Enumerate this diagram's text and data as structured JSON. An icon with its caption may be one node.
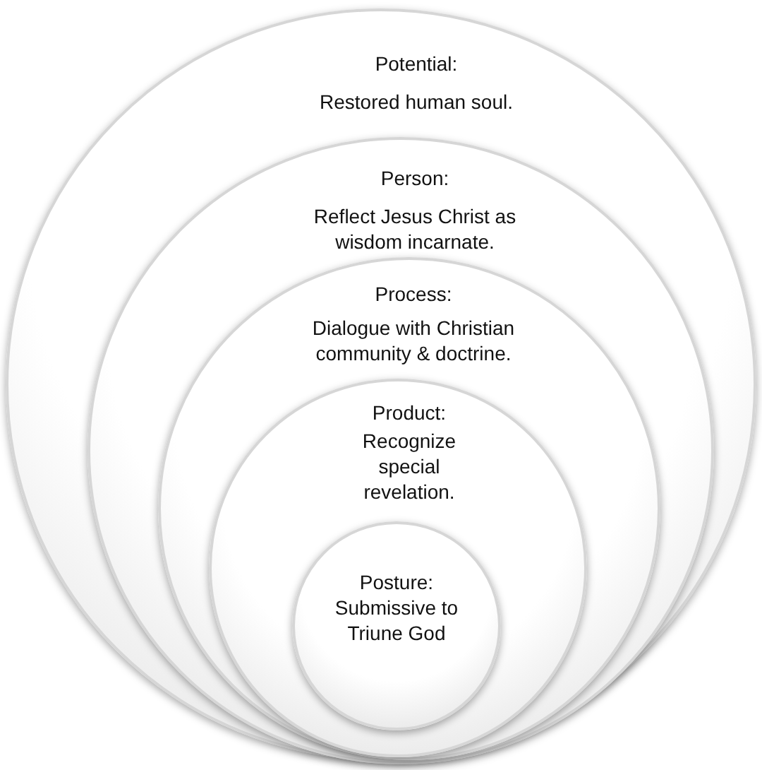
{
  "diagram": {
    "nodes": [
      {
        "text": [
          "Potential:",
          "Restored human soul."
        ]
      },
      {
        "text": [
          "Person:",
          "Reflect Jesus Christ as wisdom incarnate."
        ],
        "in": 0
      },
      {
        "text": [
          "Process:",
          "Dialogue with Christian community & doctrine."
        ],
        "in": 1
      },
      {
        "text": [
          "Product:",
          "Recognize special revelation."
        ],
        "in": 2
      },
      {
        "text": [
          "Posture:",
          "Submissive to Triune God"
        ],
        "in": 3
      }
    ]
  }
}
